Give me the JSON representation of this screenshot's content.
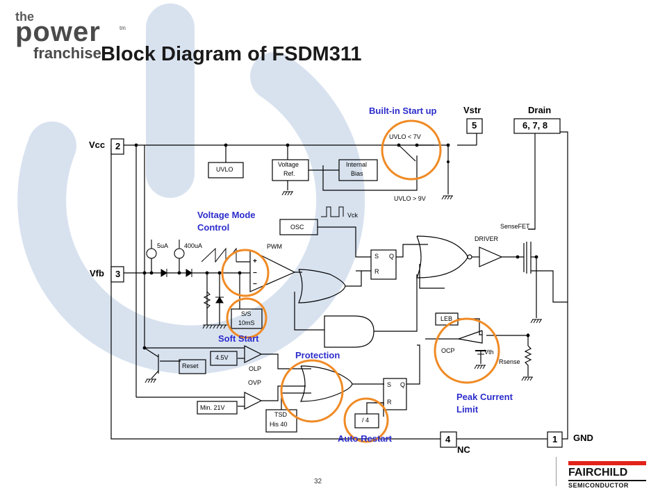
{
  "slide": {
    "title": "Block Diagram of FSDM311",
    "page_number": "32"
  },
  "logo": {
    "the": "the",
    "power": "power",
    "tm": "tm",
    "franchise": "franchise"
  },
  "brand": {
    "name": "FAIRCHILD",
    "sub": "SEMICONDUCTOR"
  },
  "pins": {
    "vcc_label": "Vcc",
    "vcc_num": "2",
    "vfb_label": "Vfb",
    "vfb_num": "3",
    "vstr_label": "Vstr",
    "vstr_num": "5",
    "drain_label": "Drain",
    "drain_num": "6, 7, 8",
    "gnd_label": "GND",
    "gnd_num": "1",
    "nc_label": "NC",
    "nc_num": "4"
  },
  "blocks": {
    "uvlo": "UVLO",
    "vref_1": "Voltage",
    "vref_2": "Ref.",
    "bias_1": "Internal",
    "bias_2": "Bias",
    "osc": "OSC",
    "ss_1": "S/S",
    "ss_2": "10mS",
    "leb": "LEB",
    "reset": "Reset",
    "v45": "4.5V",
    "min21": "Min. 21V",
    "tsd_1": "TSD",
    "tsd_2": "His 40",
    "div4": "/ 4",
    "latch1_s": "S",
    "latch1_q": "Q",
    "latch1_r": "R",
    "latch2_s": "S",
    "latch2_q": "Q",
    "latch2_r": "R"
  },
  "labels": {
    "uvlo_lt": "UVLO < 7V",
    "uvlo_gt": "UVLO > 9V",
    "vck": "Vck",
    "sensefet": "SenseFET",
    "driver": "DRIVER",
    "pwm": "PWM",
    "i5": "5uA",
    "i400": "400uA",
    "olp": "OLP",
    "ovp": "OVP",
    "ocp": "OCP",
    "vth": "Vth",
    "rsense": "Rsense",
    "plus": "+",
    "minus1": "−",
    "minus2": "−"
  },
  "annotations": {
    "builtin_startup": "Built-in Start up",
    "voltage_mode_1": "Voltage Mode",
    "voltage_mode_2": "Control",
    "soft_start": "Soft Start",
    "protection": "Protection",
    "auto_restart": "Auto Restart",
    "peak_current_1": "Peak Current",
    "peak_current_2": "Limit"
  },
  "colors": {
    "annotation": "#2c2ccc",
    "highlight_circle": "#f08a24",
    "wire": "#000000",
    "watermark": "#d8e2ef",
    "brand_red": "#e2231a"
  }
}
